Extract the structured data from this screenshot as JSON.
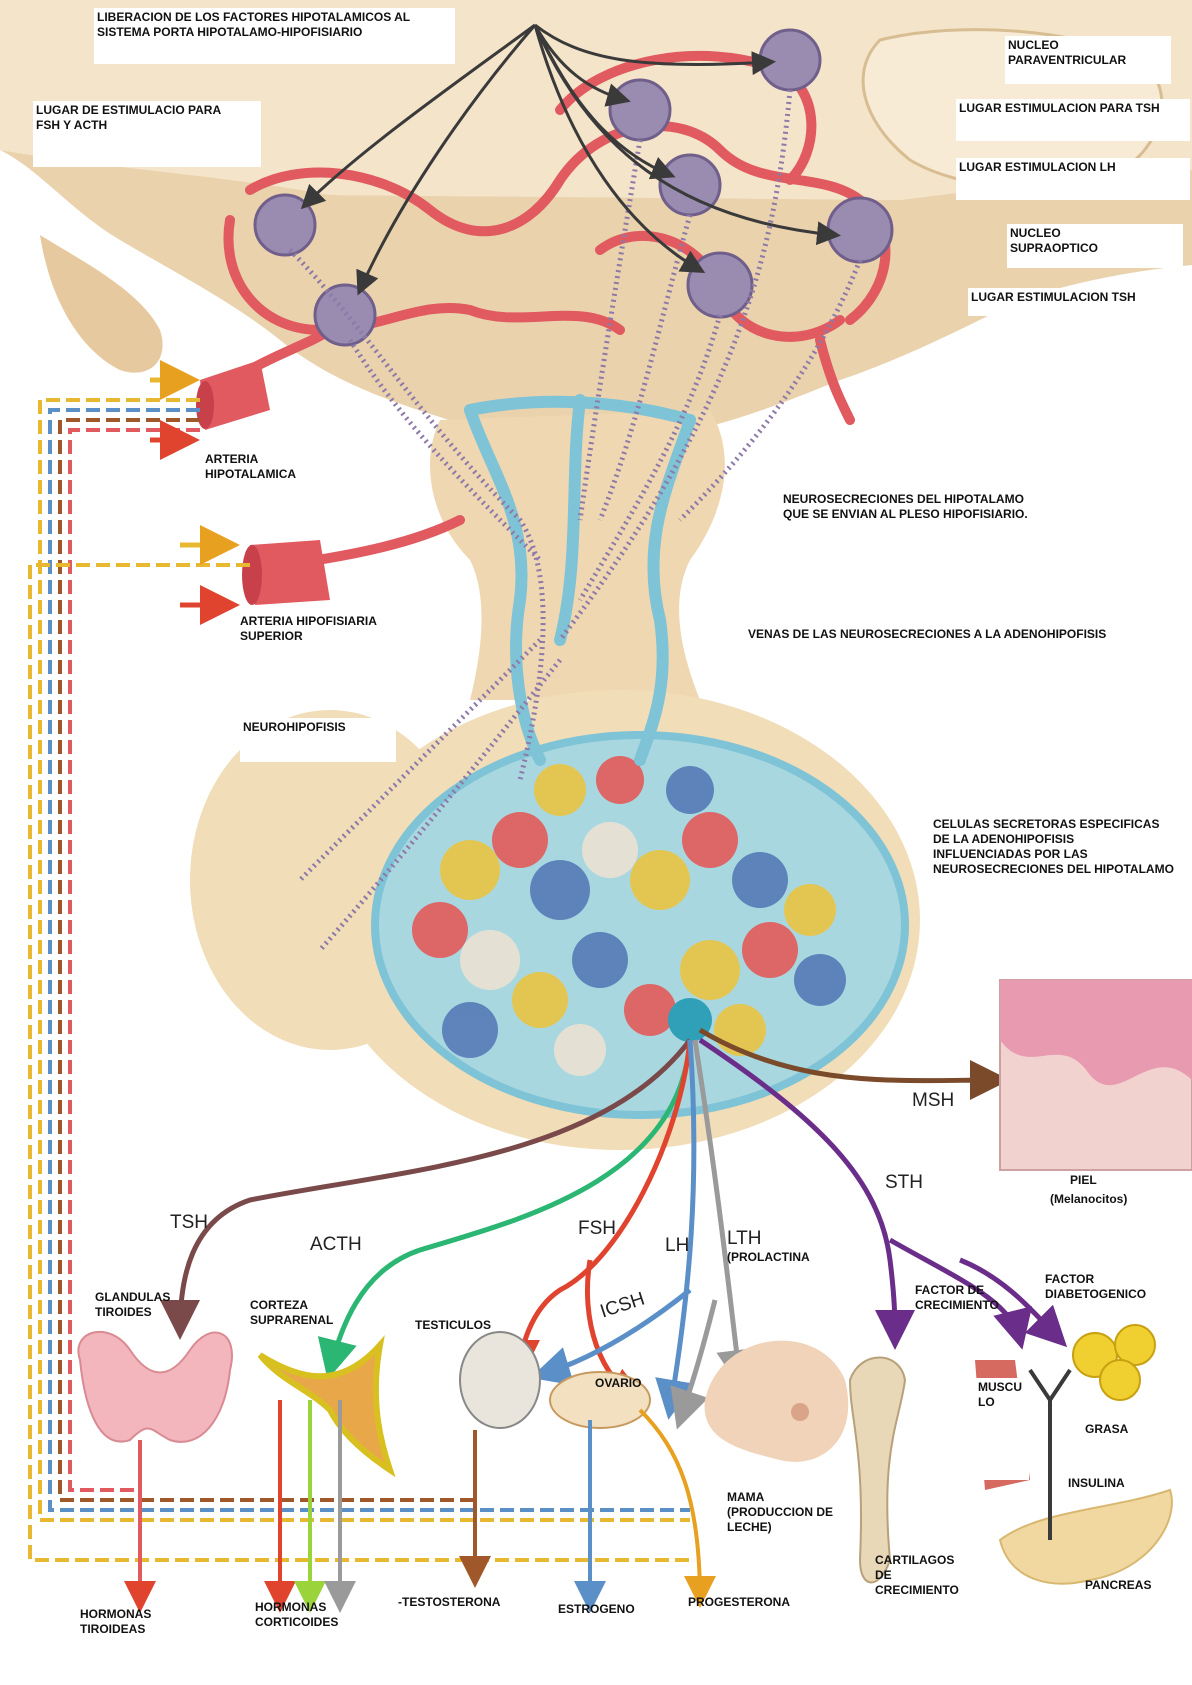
{
  "header_labels": {
    "liberacion": "LIBERACION DE LOS FACTORES HIPOTALAMICOS AL\nSISTEMA PORTA HIPOTALAMO-HIPOFISIARIO",
    "lugar_fsh_acth": "LUGAR DE ESTIMULACIO PARA\nFSH Y ACTH",
    "nucleo_paraventricular": "NUCLEO\nPARAVENTRICULAR",
    "lugar_tsh_1": "LUGAR ESTIMULACION PARA TSH",
    "lugar_lh": "LUGAR ESTIMULACION LH",
    "nucleo_supraoptico": "NUCLEO\nSUPRAOPTICO",
    "lugar_tsh_2": "LUGAR ESTIMULACION TSH"
  },
  "mid_labels": {
    "arteria_hipotalamica": "ARTERIA\nHIPOTALAMICA",
    "neurosecreciones": "NEUROSECRECIONES DEL HIPOTALAMO\nQUE SE ENVIAN AL PLESO HIPOFISIARIO.",
    "arteria_hipofisiaria": "ARTERIA HIPOFISIARIA\nSUPERIOR",
    "venas": "VENAS DE LAS NEUROSECRECIONES A LA ADENOHIPOFISIS",
    "neurohipofisis": "NEUROHIPOFISIS",
    "celulas": "CELULAS SECRETORAS ESPECIFICAS\nDE LA ADENOHIPOFISIS\nINFLUENCIADAS POR LAS\nNEUROSECRECIONES DEL HIPOTALAMO"
  },
  "hormones": {
    "msh": "MSH",
    "sth": "STH",
    "tsh": "TSH",
    "acth": "ACTH",
    "fsh": "FSH",
    "lh": "LH",
    "lth": "LTH",
    "prolactina": "(PROLACTINA",
    "icsh": "ICSH"
  },
  "organs": {
    "piel": "PIEL",
    "melanocitos": "(Melanocitos)",
    "glandulas_tiroides": "GLANDULAS\nTIROIDES",
    "corteza_suprarenal": "CORTEZA\nSUPRARENAL",
    "testiculos": "TESTICULOS",
    "ovario": "OVARIO",
    "factor_crecimiento": "FACTOR DE\nCRECIMIENTO",
    "factor_diabetogenico": "FACTOR\nDIABETOGENICO",
    "musculo": "MUSCU\nLO",
    "grasa": "GRASA",
    "insulina": "INSULINA",
    "mama": "MAMA\n(PRODUCCION DE\nLECHE)",
    "cartilagos": "CARTILAGOS\nDE\nCRECIMIENTO",
    "pancreas": "PANCREAS"
  },
  "products": {
    "hormonas_tiroideas": "HORMONAS\nTIROIDEAS",
    "hormonas_corticoides": "HORMONAS\nCORTICOIDES",
    "testosterona": "-TESTOSTERONA",
    "estrogeno": "ESTROGENO",
    "progesterona": "PROGESTERONA"
  },
  "colors": {
    "tsh": "#7a4a4a",
    "acth": "#2bb673",
    "fsh": "#e0442f",
    "lh": "#5b8fc8",
    "lth": "#9a9a9a",
    "sth": "#6b2d8a",
    "msh": "#7a4a2a",
    "artery": "#e05a60",
    "vein": "#7ec3d6",
    "nerve": "#8e7aa8",
    "tissue": "#f2dcc0"
  }
}
